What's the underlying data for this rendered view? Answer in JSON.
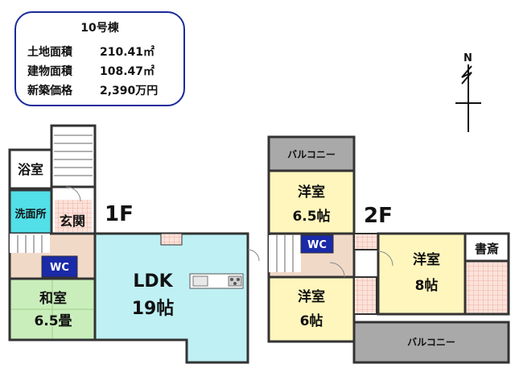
{
  "info": {
    "building": "10号棟",
    "land_label": "土地面積",
    "land_value": "210.41㎡",
    "floor_label": "建物面積",
    "floor_value": "108.47㎡",
    "price_label": "新築価格",
    "price_value": "2,390万円"
  },
  "floors": {
    "first": "1F",
    "second": "2F"
  },
  "rooms": {
    "bath": "浴室",
    "washroom": "洗面所",
    "entrance": "玄関",
    "wc1": "WC",
    "wc2": "WC",
    "washitsu_name": "和室",
    "washitsu_size": "6.5畳",
    "ldk_name": "LDK",
    "ldk_size": "19帖",
    "balcony_top": "バルコニー",
    "balcony_bottom": "バルコニー",
    "yoshitsu_a_name": "洋室",
    "yoshitsu_a_size": "6.5帖",
    "yoshitsu_b_name": "洋室",
    "yoshitsu_b_size": "6帖",
    "yoshitsu_c_name": "洋室",
    "yoshitsu_c_size": "8帖",
    "study": "書斎"
  },
  "compass": {
    "letter": "N"
  },
  "colors": {
    "ldk": "#bff0f4",
    "washitsu": "#c9eebb",
    "yoshitsu": "#fff6bd",
    "washroom": "#52dfe8",
    "wc": "#1a2aa8",
    "balcony": "#a9a9a9",
    "stairs_floor": "#f1d9c8",
    "tile": "#f6c6b8",
    "wall": "#333333",
    "info_border": "#1a2a9a"
  }
}
